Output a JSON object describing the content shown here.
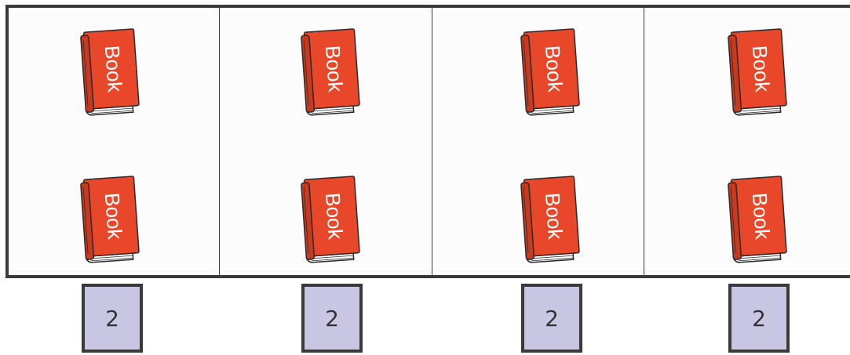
{
  "colors": {
    "border": "#3a3a3a",
    "panel_bg": "#fcfcfc",
    "book_cover": "#e8472a",
    "book_text": "#ffffff",
    "count_box_bg": "#c9c6e3"
  },
  "groups": [
    {
      "book_labels": [
        "Book",
        "Book"
      ],
      "count": "2"
    },
    {
      "book_labels": [
        "Book",
        "Book"
      ],
      "count": "2"
    },
    {
      "book_labels": [
        "Book",
        "Book"
      ],
      "count": "2"
    },
    {
      "book_labels": [
        "Book",
        "Book"
      ],
      "count": "2"
    }
  ]
}
